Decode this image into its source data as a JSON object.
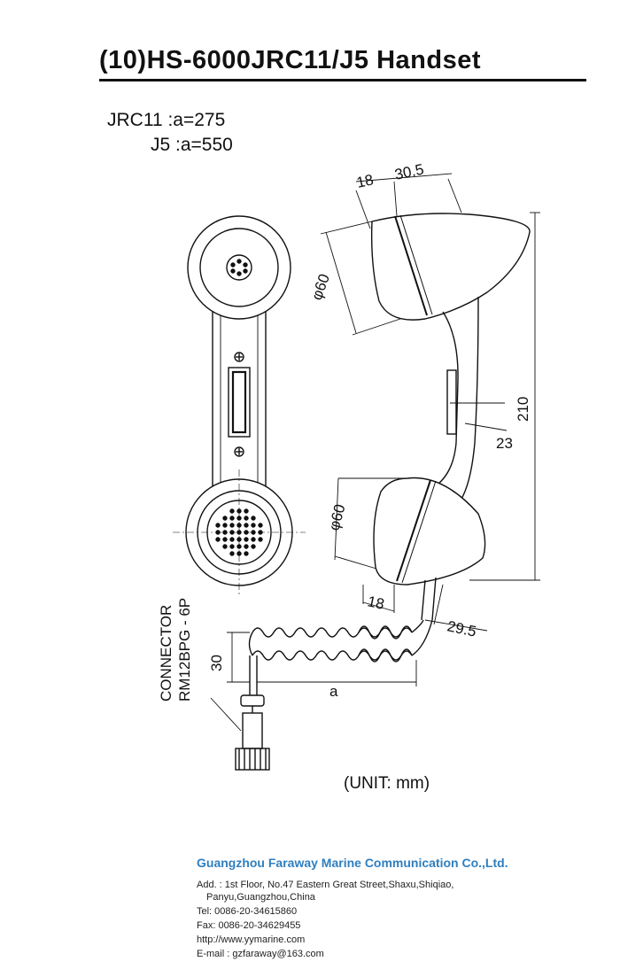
{
  "title": "(10)HS-6000JRC11/J5 Handset",
  "variants": [
    "JRC11 :a=275",
    "J5 :a=550"
  ],
  "dimensions": {
    "top_earpiece_depth": "18",
    "top_offset": "30.5",
    "earpiece_diameter": "φ60",
    "mouthpiece_diameter": "φ60",
    "overall_length": "210",
    "handle_depth": "23",
    "bottom_depth": "18",
    "bottom_offset": "29.5",
    "cord_height": "30",
    "cord_length": "a"
  },
  "connector_label": [
    "CONNECTOR",
    "RM12BPG - 6P"
  ],
  "unit": "(UNIT: mm)",
  "company": {
    "name": "Guangzhou Faraway Marine Communication Co.,Ltd.",
    "address_line1": "Add. : 1st Floor, No.47 Eastern Great Street,Shaxu,Shiqiao,",
    "address_line2": "Panyu,Guangzhou,China",
    "tel": "Tel:    0086-20-34615860",
    "fax": "Fax:    0086-20-34629455",
    "web": "http://www.yymarine.com",
    "email": "E-mail : gzfaraway@163.com"
  }
}
